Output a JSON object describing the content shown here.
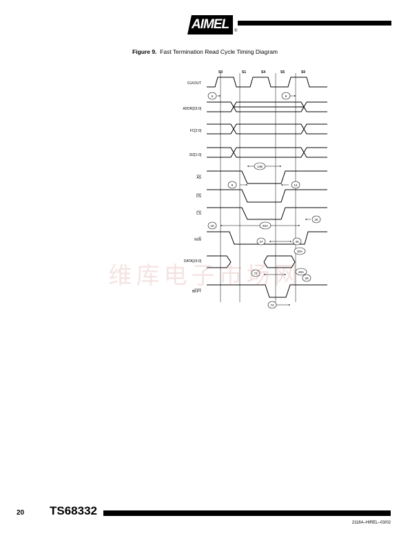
{
  "header": {
    "logo_text": "AIMEL",
    "logo_reg": "®"
  },
  "figure": {
    "label": "Figure 9.",
    "title": "Fast Termination Read Cycle Timing Diagram"
  },
  "states": [
    "S0",
    "S1",
    "S4",
    "S5",
    "S0"
  ],
  "signals": [
    "CLKOUT",
    "ADDR[23:0]",
    "FC[2:0]",
    "SIZ[1:0]",
    "AS",
    "DS",
    "CS",
    "R/W",
    "DATA[15:0]",
    "BKPT"
  ],
  "timing_labels": {
    "t6a": "6",
    "t8": "8",
    "t14b": "14B",
    "t9": "9",
    "t12": "12",
    "t18": "18",
    "t46a": "46A",
    "t20": "20",
    "t27": "27",
    "t30": "30",
    "t30a": "30A",
    "t73": "73",
    "t29a": "29A",
    "t29": "29",
    "t74": "74"
  },
  "watermark": "维库电子市场网",
  "footer": {
    "page_number": "20",
    "product": "TS68332",
    "doc_code": "2118A–HIREL–03/02"
  }
}
